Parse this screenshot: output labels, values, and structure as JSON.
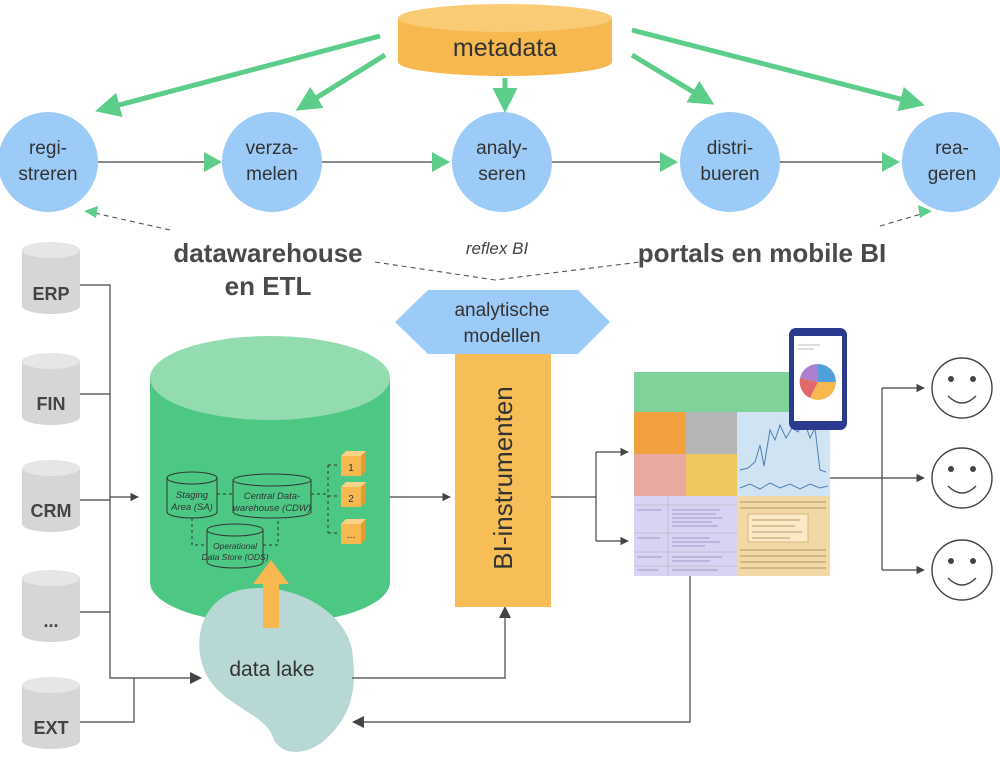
{
  "metadata": {
    "label": "metadata"
  },
  "process": [
    {
      "line1": "regi-",
      "line2": "streren"
    },
    {
      "line1": "verza-",
      "line2": "melen"
    },
    {
      "line1": "analy-",
      "line2": "seren"
    },
    {
      "line1": "distri-",
      "line2": "bueren"
    },
    {
      "line1": "rea-",
      "line2": "geren"
    }
  ],
  "labels": {
    "dwh_line1": "datawarehouse",
    "dwh_line2": "en ETL",
    "reflex": "reflex BI",
    "portals": "portals en mobile BI"
  },
  "sources": [
    "ERP",
    "FIN",
    "CRM",
    "...",
    "EXT"
  ],
  "warehouse": {
    "staging_line1": "Staging",
    "staging_line2": "Area (SA)",
    "cdw_line1": "Central Data-",
    "cdw_line2": "warehouse (CDW)",
    "ods_line1": "Operational",
    "ods_line2": "Data Store (ODS)",
    "cubes": [
      "1",
      "2",
      "..."
    ]
  },
  "data_lake": {
    "label": "data lake"
  },
  "analytic_models": {
    "line1": "analytische",
    "line2": "modellen"
  },
  "bi_tools": {
    "label": "BI-instrumenten"
  },
  "colors": {
    "process_circle": "#9ccbf7",
    "metadata": "#f6b84f",
    "arrow_green": "#5ccd8a",
    "warehouse_green": "#4dc784",
    "warehouse_top": "#93dcb0",
    "data_lake": "#b8d8d5",
    "bi_orange": "#f7bd57",
    "hexagon_blue": "#9ccbf7",
    "database_grey": "#d6d6d6"
  }
}
